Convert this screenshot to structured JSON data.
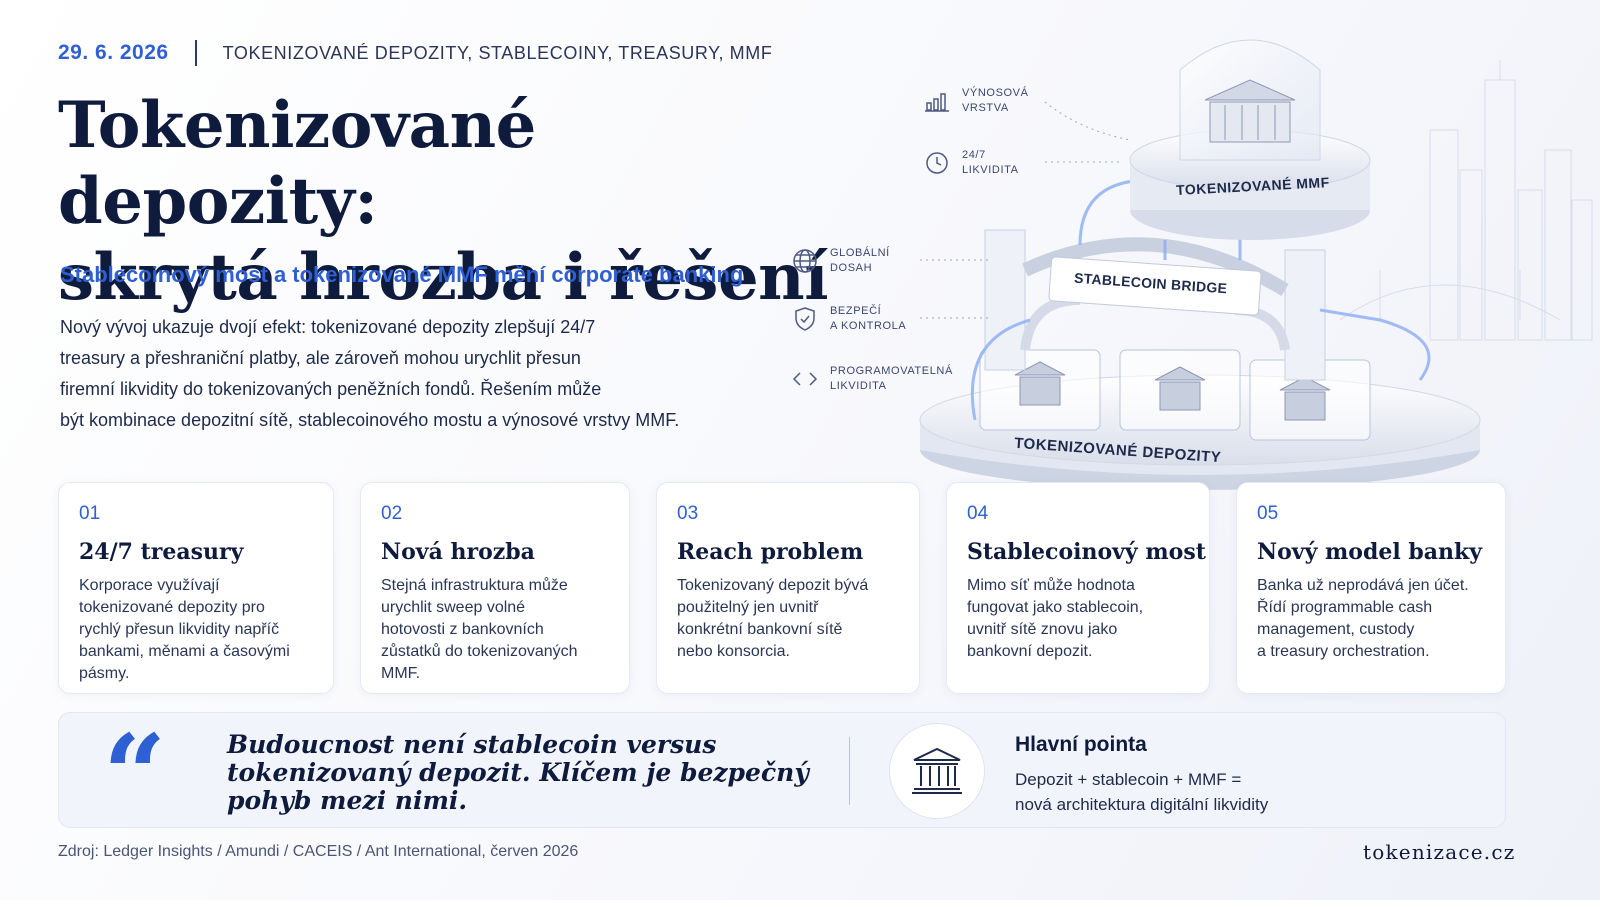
{
  "header": {
    "date": "29. 6. 2026",
    "tags": "TOKENIZOVANÉ DEPOZITY, STABLECOINY, TREASURY, MMF"
  },
  "title": {
    "line1": "Tokenizované depozity:",
    "line2": "skrytá hrozba i řešení"
  },
  "subtitle": "Stablecoinový most a tokenizované MMF mění corporate banking",
  "intro": {
    "line1": "Nový vývoj ukazuje dvojí efekt: tokenizované depozity zlepšují 24/7",
    "line2": "treasury a přeshraniční platby, ale zároveň mohou urychlit přesun",
    "line3": "firemní likvidity do tokenizovaných peněžních fondů. Řešením může",
    "line4": "být kombinace depozitní sítě, stablecoinového mostu a výnosové vrstvy MMF."
  },
  "illustration": {
    "legend": [
      {
        "icon": "bar-chart-icon",
        "line1": "VÝNOSOVÁ",
        "line2": "VRSTVA"
      },
      {
        "icon": "clock-icon",
        "line1": "24/7",
        "line2": "LIKVIDITA"
      },
      {
        "icon": "globe-icon",
        "line1": "GLOBÁLNÍ",
        "line2": "DOSAH"
      },
      {
        "icon": "shield-icon",
        "line1": "BEZPEČÍ",
        "line2": "A KONTROLA"
      },
      {
        "icon": "code-icon",
        "line1": "PROGRAMOVATELNÁ",
        "line2": "LIKVIDITA"
      }
    ],
    "top_label": "TOKENIZOVANÉ MMF",
    "bridge_label": "STABLECOIN BRIDGE",
    "base_label": "TOKENIZOVANÉ DEPOZITY"
  },
  "cards": [
    {
      "num": "01",
      "title": "24/7 treasury",
      "body": [
        "Korporace využívají",
        "tokenizované depozity pro",
        "rychlý přesun likvidity napříč",
        "bankami, měnami a časovými",
        "pásmy."
      ]
    },
    {
      "num": "02",
      "title": "Nová hrozba",
      "body": [
        "Stejná infrastruktura může",
        "urychlit sweep volné",
        "hotovosti z bankovních",
        "zůstatků do tokenizovaných",
        "MMF."
      ]
    },
    {
      "num": "03",
      "title": "Reach problem",
      "body": [
        "Tokenizovaný depozit bývá",
        "použitelný jen uvnitř",
        "konkrétní bankovní sítě",
        "nebo konsorcia."
      ]
    },
    {
      "num": "04",
      "title": "Stablecoinový most",
      "body": [
        "Mimo síť může hodnota",
        "fungovat jako stablecoin,",
        "uvnitř sítě znovu jako",
        "bankovní depozit."
      ]
    },
    {
      "num": "05",
      "title": "Nový model banky",
      "body": [
        "Banka už neprodává jen účet.",
        "Řídí programmable cash",
        "management, custody",
        "a treasury orchestration."
      ]
    }
  ],
  "quote": {
    "mark": "“",
    "line1": "Budoucnost není stablecoin versus",
    "line2": "tokenizovaný depozit. Klíčem je bezpečný",
    "line3": "pohyb mezi nimi."
  },
  "key_point": {
    "title": "Hlavní pointa",
    "line1": "Depozit + stablecoin + MMF =",
    "line2": "nová architektura digitální likvidity"
  },
  "footer": {
    "source": "Zdroj: Ledger Insights / Amundi / CACEIS / Ant International, červen 2026",
    "brand": "tokenizace.cz"
  },
  "colors": {
    "accent": "#2e5fd3",
    "navy": "#0f1b3d",
    "bridge_glow": "#8fb0f5"
  }
}
